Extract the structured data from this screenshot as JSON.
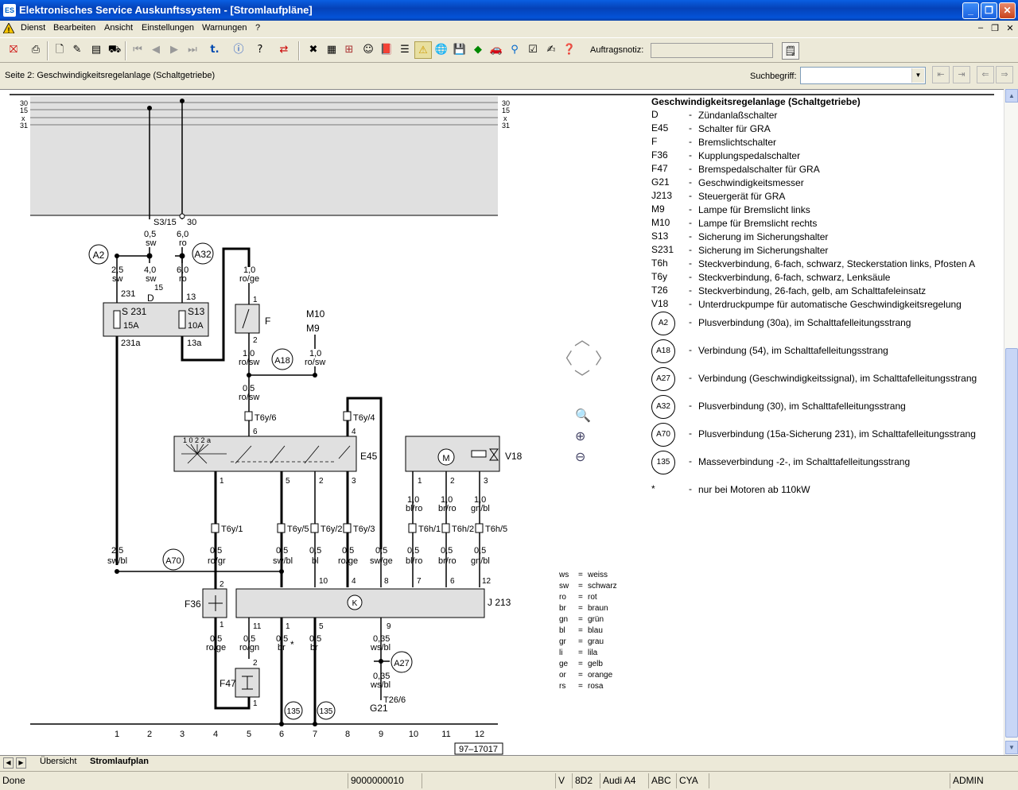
{
  "window": {
    "title": "Elektronisches Service Auskunftssystem - [Stromlaufpläne]"
  },
  "menu": [
    "Dienst",
    "Bearbeiten",
    "Ansicht",
    "Einstellungen",
    "Warnungen",
    "?"
  ],
  "toolbar": {
    "auftrag_label": "Auftragsnotiz:",
    "auftrag_value": ""
  },
  "pagebar": {
    "page_label": "Seite 2: Geschwindigkeitsregelanlage (Schaltgetriebe)",
    "search_label": "Suchbegriff:",
    "search_value": ""
  },
  "legend": {
    "title": "Geschwindigkeitsregelanlage (Schaltgetriebe)",
    "items": [
      {
        "code": "D",
        "text": "Zündanlaßschalter"
      },
      {
        "code": "E45",
        "text": "Schalter für GRA"
      },
      {
        "code": "F",
        "text": "Bremslichtschalter"
      },
      {
        "code": "F36",
        "text": "Kupplungspedalschalter"
      },
      {
        "code": "F47",
        "text": "Bremspedalschalter für GRA"
      },
      {
        "code": "G21",
        "text": "Geschwindigkeitsmesser"
      },
      {
        "code": "J213",
        "text": "Steuergerät für GRA"
      },
      {
        "code": "M9",
        "text": "Lampe für Bremslicht links"
      },
      {
        "code": "M10",
        "text": "Lampe für Bremslicht rechts"
      },
      {
        "code": "S13",
        "text": "Sicherung im Sicherungshalter"
      },
      {
        "code": "S231",
        "text": "Sicherung im Sicherungshalter"
      },
      {
        "code": "T6h",
        "text": "Steckverbindung, 6-fach, schwarz, Steckerstation links, Pfosten A"
      },
      {
        "code": "T6y",
        "text": "Steckverbindung, 6-fach, schwarz, Lenksäule"
      },
      {
        "code": "T26",
        "text": "Steckverbindung, 26-fach, gelb, am Schalttafeleinsatz"
      },
      {
        "code": "V18",
        "text": "Unterdruckpumpe für automatische Geschwindigkeitsregelung"
      }
    ],
    "circles": [
      {
        "code": "A2",
        "text": "Plusverbindung (30a), im Schalttafelleitungsstrang"
      },
      {
        "code": "A18",
        "text": "Verbindung (54), im Schalttafelleitungsstrang"
      },
      {
        "code": "A27",
        "text": "Verbindung (Geschwindigkeitssignal), im Schalttafelleitungsstrang"
      },
      {
        "code": "A32",
        "text": "Plusverbindung (30), im Schalttafelleitungsstrang"
      },
      {
        "code": "A70",
        "text": "Plusverbindung (15a-Sicherung 231), im Schalttafelleitungsstrang"
      },
      {
        "code": "135",
        "text": "Masseverbindung -2-, im Schalttafelleitungsstrang"
      }
    ],
    "note": {
      "code": "*",
      "text": "nur bei Motoren ab 110kW"
    }
  },
  "colorkey": [
    [
      "ws",
      "weiss"
    ],
    [
      "sw",
      "schwarz"
    ],
    [
      "ro",
      "rot"
    ],
    [
      "br",
      "braun"
    ],
    [
      "gn",
      "grün"
    ],
    [
      "bl",
      "blau"
    ],
    [
      "gr",
      "grau"
    ],
    [
      "li",
      "lila"
    ],
    [
      "ge",
      "gelb"
    ],
    [
      "or",
      "orange"
    ],
    [
      "rs",
      "rosa"
    ]
  ],
  "diagram": {
    "bus_labels": [
      "30",
      "15",
      "x",
      "31"
    ],
    "columns": [
      "1",
      "2",
      "3",
      "4",
      "5",
      "6",
      "7",
      "8",
      "9",
      "10",
      "11",
      "12"
    ],
    "doc_number": "97–17017",
    "labels": {
      "s315": "S3/15",
      "l30": "30",
      "w05sw": "0,5",
      "w05sw_c": "sw",
      "w60ro": "6,0",
      "w60ro_c": "ro",
      "a2": "A2",
      "a32": "A32",
      "w25sw": "2,5",
      "w25sw_c": "sw",
      "w40sw": "4,0",
      "w40sw_c": "sw",
      "w15": "15",
      "d": "D",
      "w60ro2": "6,0",
      "w60ro2_c": "ro",
      "p231": "231",
      "p13": "13",
      "s231": "S 231",
      "f15a": "15A",
      "s13": "S13",
      "f10a": "10A",
      "p231a": "231a",
      "p13a": "13a",
      "w10roge": "1,0",
      "w10roge_c": "ro/ge",
      "f": "F",
      "m10": "M10",
      "m9": "M9",
      "w10rosw": "1,0",
      "w10rosw_c": "ro/sw",
      "a18": "A18",
      "w10rosw2": "1,0",
      "w10rosw2_c": "ro/sw",
      "w05rosw": "0,5",
      "w05rosw_c": "ro/sw",
      "t6y6": "T6y/6",
      "t6y4": "T6y/4",
      "e45": "E45",
      "e45pos": "1 0 2 2 a",
      "v18": "V18",
      "w10blro": "1,0",
      "w10blro_c": "bl/ro",
      "w10brro": "1,0",
      "w10brro_c": "br/ro",
      "w10gnbl": "1,0",
      "w10gnbl_c": "gn/bl",
      "t6y1": "T6y/1",
      "t6y5": "T6y/5",
      "t6y2": "T6y/2",
      "t6y3": "T6y/3",
      "t6h1": "T6h/1",
      "t6h2": "T6h/2",
      "t6h5": "T6h/5",
      "w25swbl": "2,5",
      "w25swbl_c": "sw/bl",
      "a70": "A70",
      "w05rogr": "0,5",
      "w05rogr_c": "ro/gr",
      "w05swbl": "0,5",
      "w05swbl_c": "sw/bl",
      "w05bl": "0,5",
      "w05bl_c": "bl",
      "w05roge": "0,5",
      "w05roge_c": "ro/ge",
      "w05swge": "0,5",
      "w05swge_c": "sw/ge",
      "w05blro": "0,5",
      "w05blro_c": "bl/ro",
      "w05brro": "0,5",
      "w05brro_c": "br/ro",
      "w05gnbl": "0,5",
      "w05gnbl_c": "gn/bl",
      "f36": "F36",
      "j213": "J 213",
      "w05roge2": "0,5",
      "w05roge2_c": "ro/ge",
      "w05rogn": "0,5",
      "w05rogn_c": "ro/gn",
      "w05br": "0,5",
      "w05br_c": "br",
      "star": "*",
      "w05br2": "0,5",
      "w05br2_c": "br",
      "w035wsbl": "0,35",
      "w035wsbl_c": "ws/bl",
      "a27": "A27",
      "w035wsbl2": "0,35",
      "w035wsbl2_c": "ws/bl",
      "t266": "T26/6",
      "g21": "G21",
      "f47": "F47",
      "g135a": "135",
      "g135b": "135",
      "k": "K"
    }
  },
  "tabs": [
    "Übersicht",
    "Stromlaufplan"
  ],
  "status": {
    "done": "Done",
    "order": "9000000010",
    "v": "V",
    "code": "8D2",
    "model": "Audi A4",
    "abc": "ABC",
    "cya": "CYA",
    "user": "ADMIN"
  }
}
